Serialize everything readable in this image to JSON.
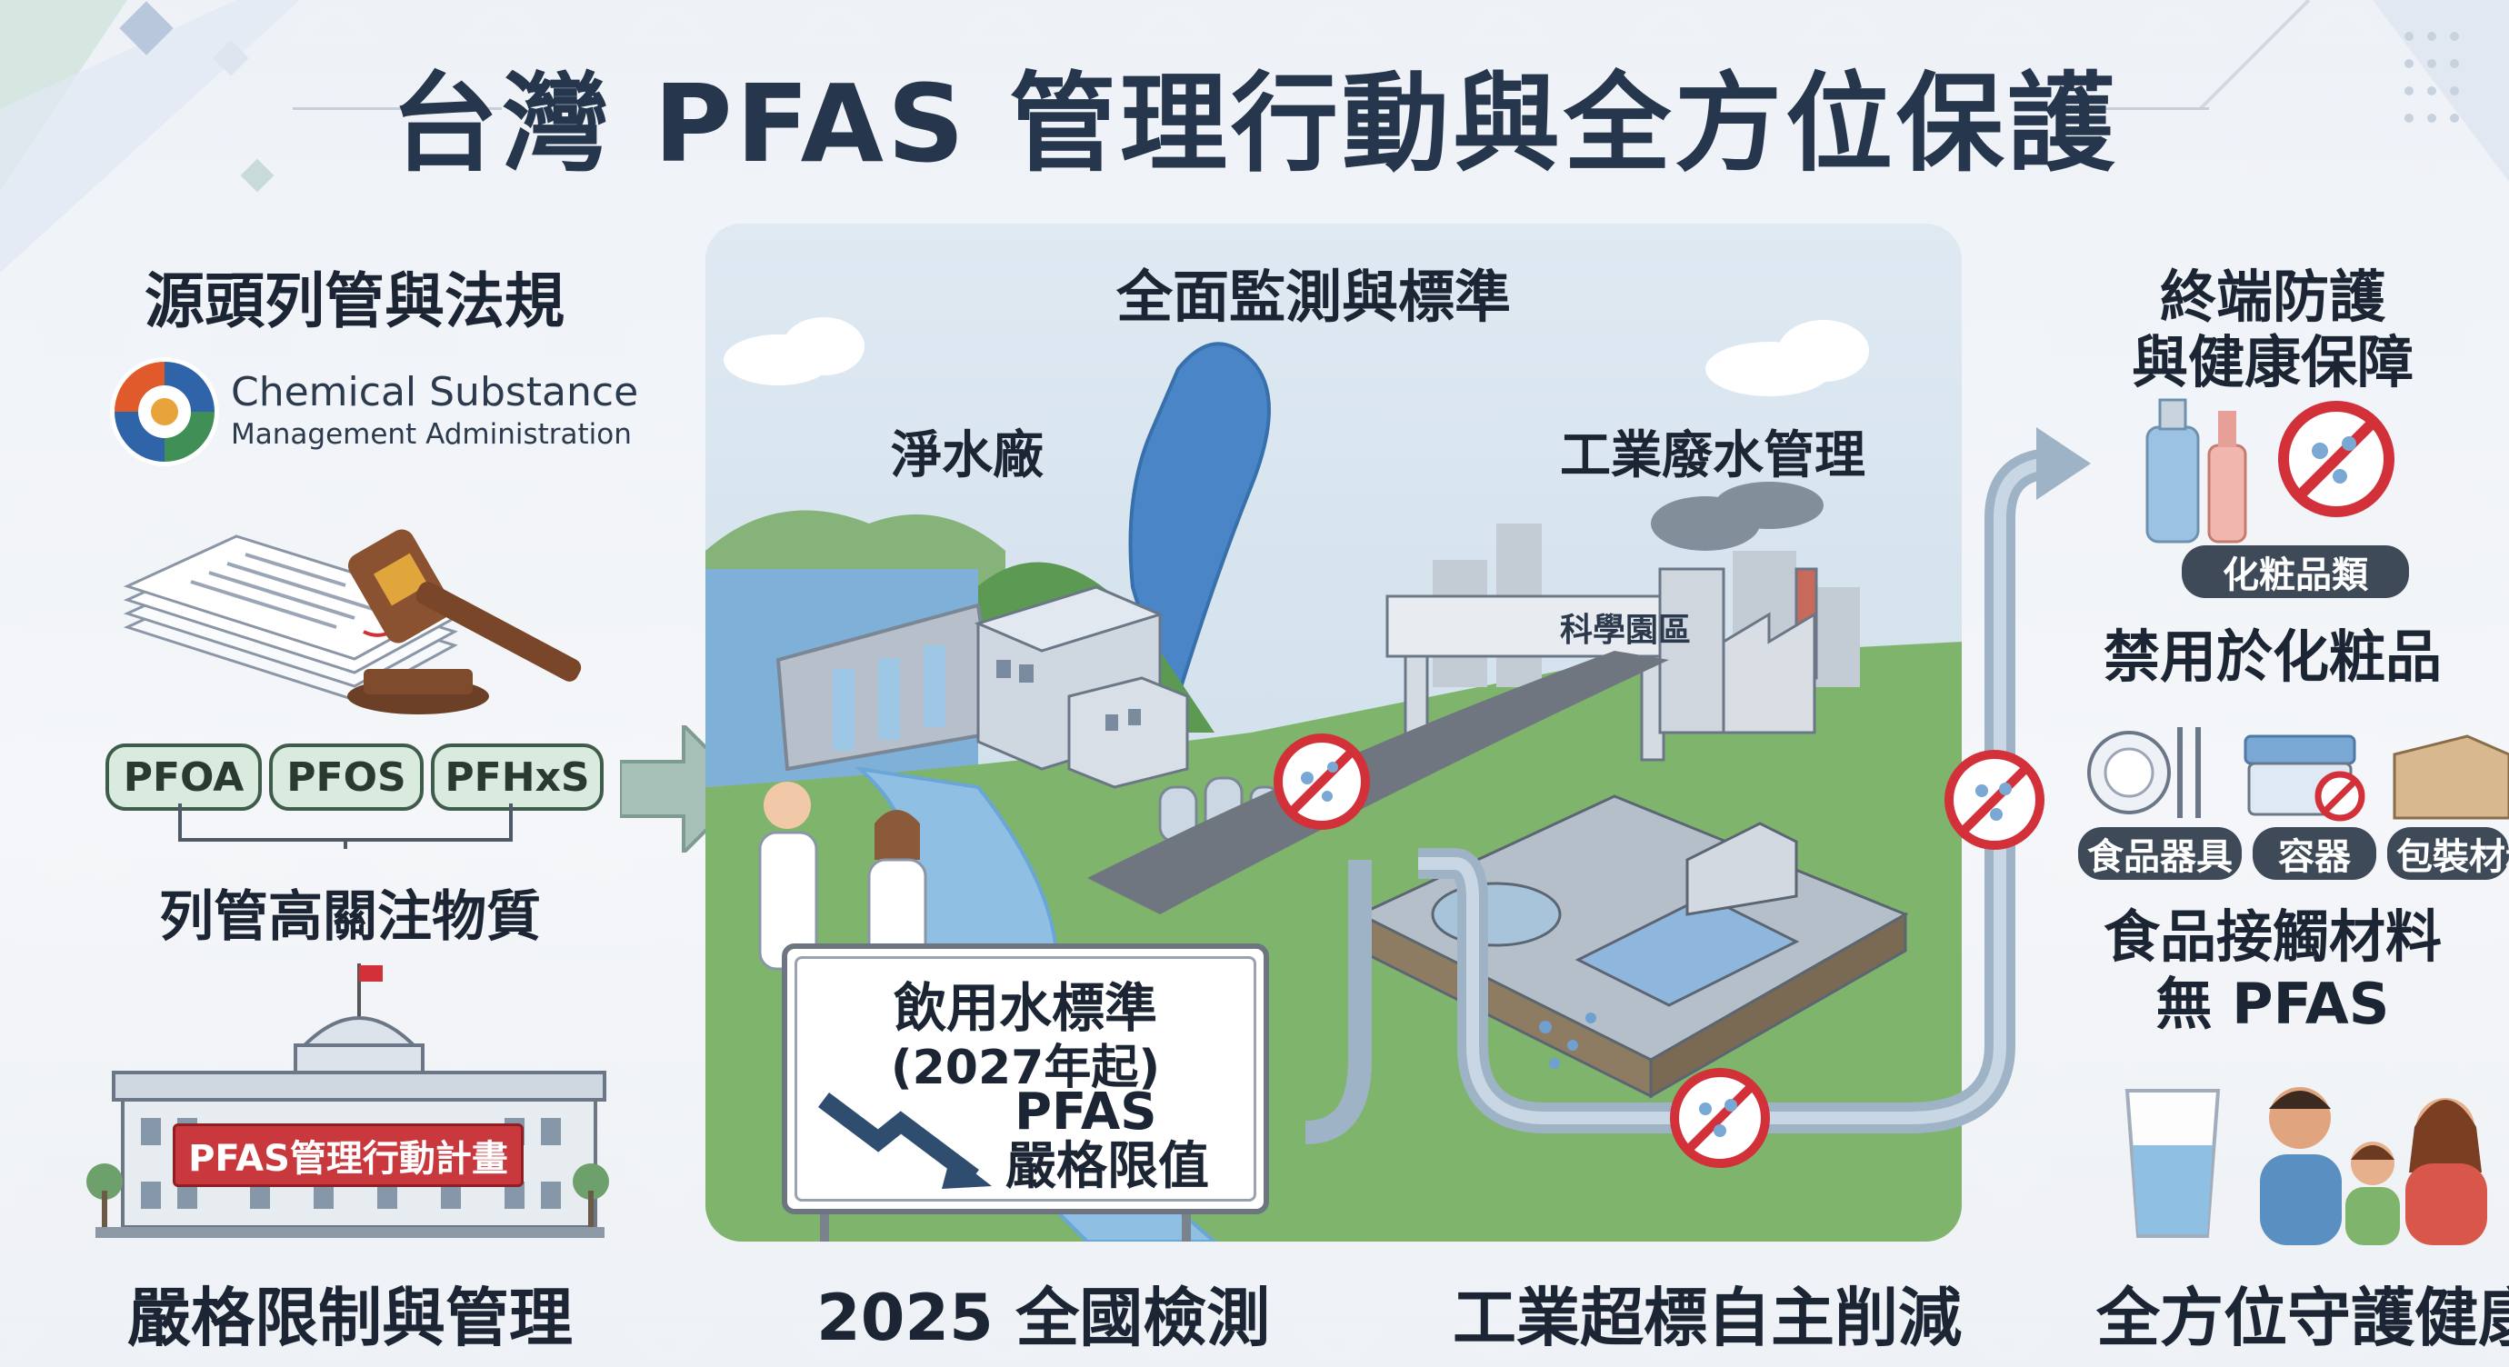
{
  "title": "台灣 PFAS 管理行動與全方位保護",
  "left": {
    "heading": "源頭列管與法規",
    "logo_line1": "Chemical Substance",
    "logo_line2": "Management Administration",
    "substances": [
      "PFOA",
      "PFOS",
      "PFHxS"
    ],
    "substances_caption": "列管高關注物質",
    "banner": "PFAS管理行動計畫",
    "bottom": "嚴格限制與管理"
  },
  "middle": {
    "heading": "全面監測與標準",
    "water_plant": "淨水廠",
    "industrial": "工業廢水管理",
    "science_park": "科學園區",
    "sign_line1": "飲用水標準",
    "sign_line2": "(2027年起)",
    "sign_line3": "PFAS",
    "sign_line4": "嚴格限值",
    "bottom_left": "2025 全國檢測",
    "bottom_right": "工業超標自主削減"
  },
  "right": {
    "heading_line1": "終端防護",
    "heading_line2": "與健康保障",
    "cosmetics_tag": "化粧品類",
    "cosmetics_caption": "禁用於化粧品",
    "food_tags": [
      "食品器具",
      "容器",
      "包裝材料"
    ],
    "food_caption_line1": "食品接觸材料",
    "food_caption_line2": "無 PFAS",
    "bottom": "全方位守護健康"
  },
  "colors": {
    "title": "#26374d",
    "pill_fill": "#d9ebdf",
    "pill_border": "#3f5b4a",
    "ban_red": "#d2313a",
    "pipe": "#9fb3c6",
    "water": "#4f86c6"
  }
}
